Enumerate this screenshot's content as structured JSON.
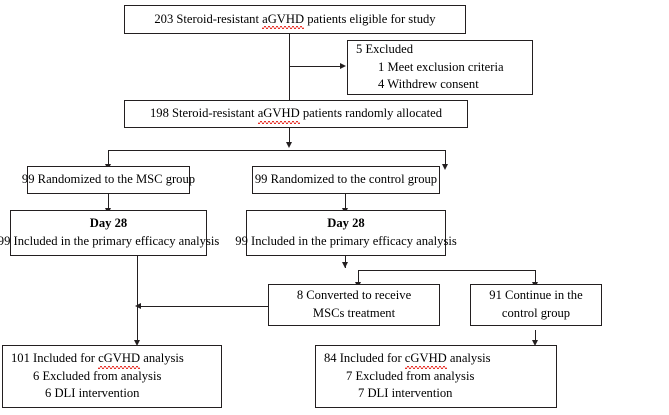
{
  "diagram": {
    "type": "consort-flow-diagram",
    "title": "Steroid-resistant aGVHD trial participant flow",
    "stroke_color": "#231f20",
    "spellcheck_underline_color": "#e8322a",
    "background_color": "#ffffff"
  },
  "nodes": {
    "eligible": {
      "id": "eligible",
      "lines": [
        {
          "count": "203",
          "text": "Steroid-resistant aGVHD patients eligible for study",
          "misspelled": "aGVHD"
        }
      ],
      "full_text": "203 Steroid-resistant aGVHD patients eligible for study"
    },
    "excluded": {
      "id": "excluded",
      "lines": [
        {
          "count": "5",
          "text": "Excluded",
          "indent": 0
        },
        {
          "count": "1",
          "text": "Meet exclusion criteria",
          "indent": 1
        },
        {
          "count": "4",
          "text": "Withdrew consent",
          "indent": 1
        }
      ],
      "full_text": "5 Excluded; 1 Meet exclusion criteria; 4 Withdrew consent"
    },
    "allocated": {
      "id": "allocated",
      "lines": [
        {
          "count": "198",
          "text": "Steroid-resistant aGVHD patients randomly allocated",
          "misspelled": "aGVHD"
        }
      ],
      "full_text": "198 Steroid-resistant aGVHD patients randomly allocated"
    },
    "msc_group": {
      "id": "msc-group",
      "lines": [
        {
          "count": "99",
          "text": "Randomized to the MSC group"
        }
      ],
      "full_text": "99 Randomized to the MSC group"
    },
    "control_group": {
      "id": "control-group",
      "lines": [
        {
          "count": "99",
          "text": "Randomized to the control group"
        }
      ],
      "full_text": "99 Randomized to the control group"
    },
    "msc_day28": {
      "id": "msc-day28",
      "heading": "Day 28",
      "lines": [
        {
          "count": "99",
          "text": "Included in the primary efficacy analysis"
        }
      ],
      "full_text": "Day 28 — 99 Included in the primary efficacy analysis"
    },
    "control_day28": {
      "id": "control-day28",
      "heading": "Day 28",
      "lines": [
        {
          "count": "99",
          "text": "Included in the primary efficacy analysis"
        }
      ],
      "full_text": "Day 28 — 99 Included in the primary efficacy analysis"
    },
    "converted": {
      "id": "converted",
      "lines": [
        {
          "text": "8 Converted to receive"
        },
        {
          "text": "MSCs treatment"
        }
      ],
      "full_text": "8 Converted to receive MSCs treatment"
    },
    "continued": {
      "id": "continued",
      "lines": [
        {
          "text": "91 Continue in the"
        },
        {
          "text": "control group"
        }
      ],
      "full_text": "91 Continue in the control group"
    },
    "msc_outcome": {
      "id": "msc-outcome",
      "lines": [
        {
          "count": "101",
          "text": "Included for cGVHD analysis",
          "indent": 0,
          "misspelled": "cGVHD"
        },
        {
          "count": "6",
          "text": "Excluded from analysis",
          "indent": 1
        },
        {
          "count": "6",
          "text": "DLI intervention",
          "indent": 2
        }
      ],
      "full_text": "101 Included for cGVHD analysis; 6 Excluded from analysis; 6 DLI intervention"
    },
    "control_outcome": {
      "id": "control-outcome",
      "lines": [
        {
          "count": "84",
          "text": "Included for cGVHD analysis",
          "indent": 0,
          "misspelled": "cGVHD"
        },
        {
          "count": "7",
          "text": "Excluded from analysis",
          "indent": 1
        },
        {
          "count": "7",
          "text": "DLI intervention",
          "indent": 2
        }
      ],
      "full_text": "84 Included for cGVHD analysis; 7 Excluded from analysis; 7 DLI intervention"
    }
  },
  "text": {
    "eligible_l1_a": "203 Steroid-resistant ",
    "eligible_l1_sq": "aGVHD",
    "eligible_l1_b": " patients eligible for study",
    "excluded_l1": "5 Excluded",
    "excluded_l2": "1  Meet exclusion criteria",
    "excluded_l3": "4  Withdrew consent",
    "allocated_l1_a": "198 Steroid-resistant ",
    "allocated_l1_sq": "aGVHD",
    "allocated_l1_b": " patients randomly allocated",
    "msc_group_l1": "99 Randomized to the MSC group",
    "control_group_l1": "99 Randomized to the control group",
    "day28_heading": "Day 28",
    "msc_day28_l2": "99 Included in the primary efficacy analysis",
    "control_day28_l2": "99 Included in the primary efficacy analysis",
    "converted_l1": "8 Converted to receive",
    "converted_l2": "MSCs treatment",
    "continued_l1": "91 Continue in the",
    "continued_l2": "control group",
    "msc_outcome_l1_a": "101 Included for ",
    "msc_outcome_l1_sq": "cGVHD",
    "msc_outcome_l1_b": " analysis",
    "msc_outcome_l2": "6 Excluded from analysis",
    "msc_outcome_l3": "6 DLI intervention",
    "control_outcome_l1_a": "84 Included for ",
    "control_outcome_l1_sq": "cGVHD",
    "control_outcome_l1_b": " analysis",
    "control_outcome_l2": "7 Excluded from analysis",
    "control_outcome_l3": "7 DLI intervention"
  },
  "edges": [
    {
      "from": "eligible",
      "to": "allocated",
      "kind": "vertical-arrow"
    },
    {
      "from": "eligible-trunk",
      "to": "excluded",
      "kind": "horizontal-arrow-right"
    },
    {
      "from": "allocated",
      "to": "msc_group",
      "kind": "split-arrow"
    },
    {
      "from": "allocated",
      "to": "control_group",
      "kind": "split-arrow"
    },
    {
      "from": "msc_group",
      "to": "msc_day28",
      "kind": "vertical-arrow"
    },
    {
      "from": "control_group",
      "to": "control_day28",
      "kind": "vertical-arrow"
    },
    {
      "from": "control_day28",
      "to": "converted",
      "kind": "split-arrow"
    },
    {
      "from": "control_day28",
      "to": "continued",
      "kind": "split-arrow"
    },
    {
      "from": "converted",
      "to": "msc-trunk",
      "kind": "horizontal-arrow-left"
    },
    {
      "from": "msc_day28",
      "to": "msc_outcome",
      "kind": "vertical-arrow"
    },
    {
      "from": "continued",
      "to": "control_outcome",
      "kind": "vertical-arrow"
    }
  ]
}
